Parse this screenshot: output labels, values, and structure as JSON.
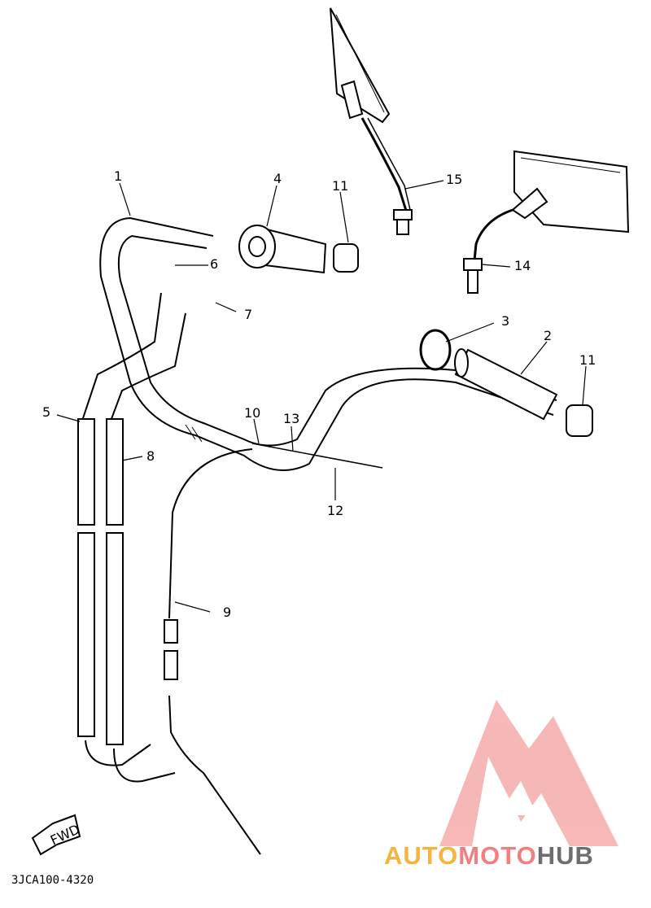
{
  "diagram": {
    "callouts": [
      {
        "id": "1",
        "label": "1"
      },
      {
        "id": "2",
        "label": "2"
      },
      {
        "id": "3",
        "label": "3"
      },
      {
        "id": "4",
        "label": "4"
      },
      {
        "id": "5",
        "label": "5"
      },
      {
        "id": "6",
        "label": "6"
      },
      {
        "id": "7",
        "label": "7"
      },
      {
        "id": "8",
        "label": "8"
      },
      {
        "id": "9",
        "label": "9"
      },
      {
        "id": "10",
        "label": "10"
      },
      {
        "id": "11a",
        "label": "11"
      },
      {
        "id": "11b",
        "label": "11"
      },
      {
        "id": "12",
        "label": "12"
      },
      {
        "id": "13",
        "label": "13"
      },
      {
        "id": "14",
        "label": "14"
      },
      {
        "id": "15",
        "label": "15"
      }
    ],
    "fwd_label": "FWD",
    "diagram_code": "3JCA100-4320"
  },
  "watermark": {
    "part1": "AUTO",
    "part2": "MOTO",
    "part3": "HUB",
    "colors": {
      "part1": "#f6b33d",
      "part2": "#f08080",
      "part3": "#6e6e6e",
      "logo": "#f4a0a0"
    }
  }
}
